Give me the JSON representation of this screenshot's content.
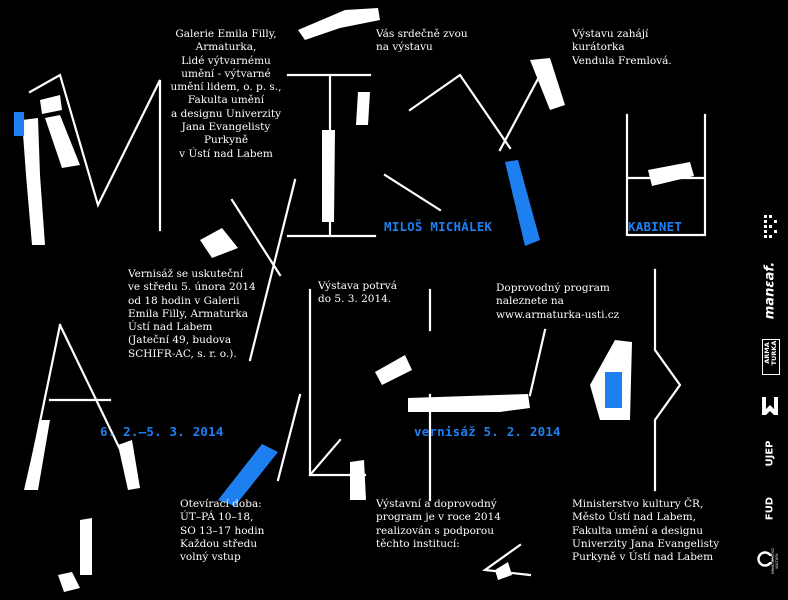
{
  "colors": {
    "background": "#000000",
    "accent": "#1e7ff0",
    "text": "#ffffff"
  },
  "blocks": {
    "organizers": "Galerie Emila Filly,\nArmaturka,\nLidé výtvarnému\numění - výtvarné\numění lidem, o. p. s.,\nFakulta umění\na designu Univerzity\nJana Evangelisty\nPurkyně\nv Ústí nad Labem",
    "invite": "Vás srdečně zvou\nna výstavu",
    "curator": "Výstavu zahájí\nkurátorka\nVendula Fremlová.",
    "vernissage": "Vernisáž se uskuteční\nve středu 5. února 2014\nod 18 hodin v Galerii\nEmila Filly, Armaturka\nÚstí nad Labem\n(Jateční 49, budova\nSCHIFR-AC, s. r. o.).",
    "duration": "Výstava potrvá\ndo 5. 3. 2014.",
    "program": "Doprovodný program\nnaleznete na\nwww.armaturka-usti.cz",
    "opening_hours": "Otevírací doba:\nÚT–PÁ 10–18,\nSO 13–17 hodin\nKaždou středu\nvolný vstup",
    "support": "Výstavní a doprovodný\nprogram je v roce 2014\nrealizován s podporou\ntěchto institucí:",
    "institutions": "Ministerstvo kultury ČR,\nMěsto Ústí nad Labem,\nFakulta umění a designu\nUniverzity Jana Evangelisty\nPurkyně v Ústí nad Labem"
  },
  "headline": {
    "artist": "MILOŠ MICHÁLEK",
    "title": "KABINET",
    "dates": "6. 2.—5. 3. 2014",
    "vernissage_date": "vernisáž 5. 2. 2014"
  },
  "logos": {
    "maneat": "manɛaf.",
    "armaturka_top": "ARMA",
    "armaturka_bottom": "TURKA",
    "ujep": "UJEP",
    "fud": "FUD",
    "ministry": "MINISTERSTVO KULTURY"
  }
}
